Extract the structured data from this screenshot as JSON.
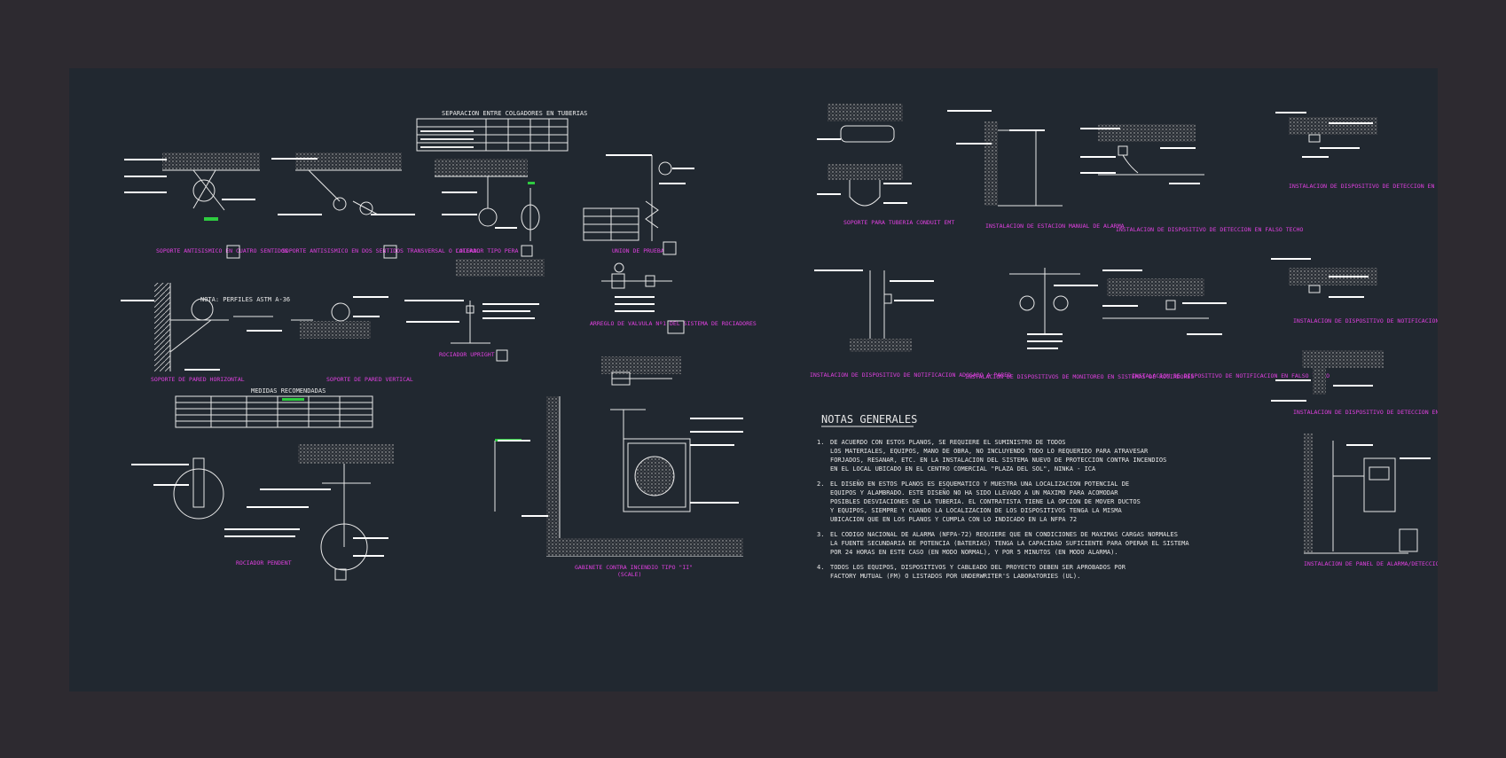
{
  "sheet": {
    "colors": {
      "background": "#212830",
      "frame": "#2d2a30",
      "line": "#e8e8e8",
      "title": "#e040e0",
      "highlight": "#2ecc40"
    }
  },
  "left_panel": {
    "titles": [
      "SOPORTE ANTISISMICO EN CUATRO SENTIDOS",
      "SOPORTE ANTISISMICO EN DOS SENTIDOS TRANSVERSAL O LATERAL",
      "COLGADOR TIPO PERA",
      "UNION DE PRUEBA",
      "ARREGLO DE VALVULA Nº1 DEL SISTEMA DE ROCIADORES",
      "ROCIADOR UPRIGHT",
      "SOPORTE DE PARED HORIZONTAL",
      "SOPORTE DE PARED VERTICAL",
      "ROCIADOR PENDENT",
      "GABINETE CONTRA INCENDIO TIPO \"II\"",
      "(SCALE)"
    ],
    "table_title": "SEPARACION ENTRE COLGADORES EN TUBERIAS",
    "note": "NOTA: PERFILES ASTM A-36",
    "measures_title": "MEDIDAS RECOMENDADAS"
  },
  "right_panel": {
    "titles": [
      "SOPORTE PARA TUBERIA CONDUIT EMT",
      "INSTALACION DE ESTACION MANUAL DE ALARMA",
      "INSTALACION DE DISPOSITIVO DE DETECCION EN FALSO TECHO",
      "INSTALACION DE DISPOSITIVO DE DETECCION EN TECHO",
      "INSTALACION DE DISPOSITIVO DE NOTIFICACION ADOSADO A PARED",
      "INSTALACION DE DISPOSITIVOS DE MONITOREO EN SISTEMAS DE ROCIADORES",
      "INSTALACION DE DISPOSITIVO DE NOTIFICACION EN FALSO TECHO",
      "INSTALACION DE DISPOSITIVO DE NOTIFICACION EN TECHO",
      "INSTALACION DE DISPOSITIVO DE DETECCION EN VIGA",
      "INSTALACION DE PANEL DE ALARMA/DETECCION DE INCENDIO"
    ],
    "notes_title": "NOTAS GENERALES",
    "notes": [
      {
        "num": "1.",
        "lines": [
          "DE ACUERDO CON ESTOS PLANOS, SE REQUIERE EL SUMINISTRO DE TODOS",
          "LOS MATERIALES, EQUIPOS, MANO DE OBRA, NO INCLUYENDO TODO LO REQUERIDO PARA ATRAVESAR",
          "FORJADOS, RESANAR, ETC. EN LA INSTALACION DEL SISTEMA NUEVO DE PROTECCION CONTRA INCENDIOS",
          "EN EL LOCAL UBICADO EN EL CENTRO COMERCIAL \"PLAZA DEL SOL\", NINKA - ICA"
        ]
      },
      {
        "num": "2.",
        "lines": [
          "EL DISEÑO EN ESTOS PLANOS ES ESQUEMATICO Y MUESTRA UNA LOCALIZACION POTENCIAL DE",
          "EQUIPOS Y ALAMBRADO. ESTE DISEÑO NO HA SIDO LLEVADO A UN MAXIMO PARA ACOMODAR",
          "POSIBLES DESVIACIONES DE LA TUBERIA. EL CONTRATISTA TIENE LA OPCION DE MOVER DUCTOS",
          "Y EQUIPOS, SIEMPRE Y CUANDO LA LOCALIZACION DE LOS DISPOSITIVOS TENGA LA MISMA",
          "UBICACION QUE EN LOS PLANOS Y CUMPLA CON LO INDICADO EN LA NFPA 72"
        ]
      },
      {
        "num": "3.",
        "lines": [
          "EL CODIGO NACIONAL DE ALARMA (NFPA-72) REQUIERE QUE EN CONDICIONES DE MAXIMAS CARGAS NORMALES",
          "LA FUENTE SECUNDARIA DE POTENCIA (BATERIAS) TENGA LA CAPACIDAD SUFICIENTE PARA OPERAR EL SISTEMA",
          "POR 24 HORAS EN ESTE CASO (EN MODO NORMAL), Y POR 5 MINUTOS (EN MODO ALARMA)."
        ]
      },
      {
        "num": "4.",
        "lines": [
          "TODOS LOS EQUIPOS, DISPOSITIVOS Y CABLEADO DEL PROYECTO DEBEN SER APROBADOS POR",
          "FACTORY MUTUAL (FM) O LISTADOS POR UNDERWRITER'S LABORATORIES (UL)."
        ]
      }
    ]
  }
}
